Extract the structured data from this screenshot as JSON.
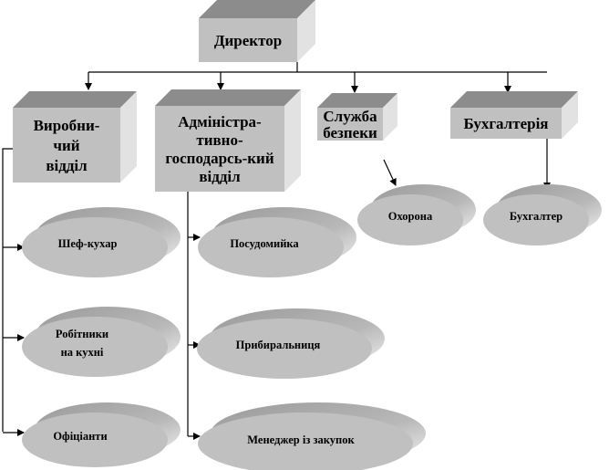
{
  "director": {
    "label": "Директор"
  },
  "departments": [
    {
      "lines": [
        "Виробни-",
        "чий",
        "відділ"
      ]
    },
    {
      "lines": [
        "Адміністра-",
        "тивно-",
        "господарсь-кий",
        "відділ"
      ]
    },
    {
      "lines": [
        "Служба",
        "безпеки"
      ]
    },
    {
      "lines": [
        "Бухгалтерія"
      ]
    }
  ],
  "staff": [
    {
      "lines": [
        "Шеф-кухар"
      ]
    },
    {
      "lines": [
        "Робітники",
        "на кухні"
      ]
    },
    {
      "lines": [
        "Офіціанти"
      ]
    },
    {
      "lines": [
        "Посудомийка"
      ]
    },
    {
      "lines": [
        "Прибиральниця"
      ]
    },
    {
      "lines": [
        "Менеджер із  закупок"
      ]
    },
    {
      "lines": [
        "Охорона"
      ]
    },
    {
      "lines": [
        "Бухгалтер"
      ]
    }
  ],
  "colors": {
    "front": "#c0c0c0",
    "top": "#8c8c8c",
    "side": "#e2e2e2"
  }
}
